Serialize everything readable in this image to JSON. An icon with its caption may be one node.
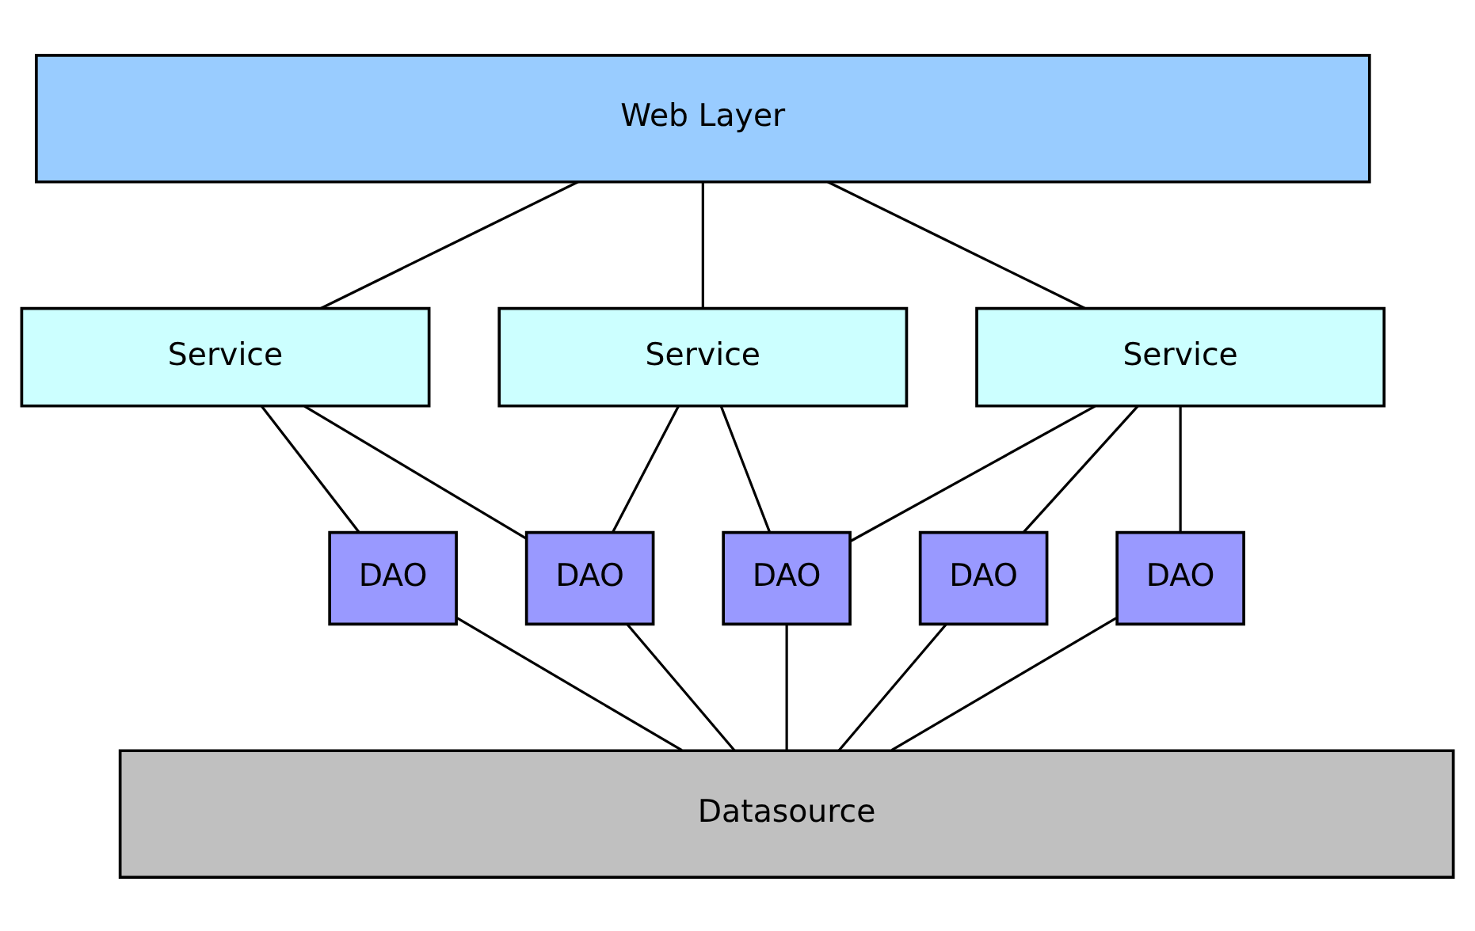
{
  "diagram": {
    "nodes": [
      {
        "text": [
          "Web Layer"
        ]
      },
      {
        "text": [
          "Service"
        ]
      },
      {
        "text": [
          "Service"
        ]
      },
      {
        "text": [
          "Service"
        ]
      },
      {
        "text": [
          "DAO"
        ]
      },
      {
        "text": [
          "DAO"
        ]
      },
      {
        "text": [
          "DAO"
        ]
      },
      {
        "text": [
          "DAO"
        ]
      },
      {
        "text": [
          "DAO"
        ]
      },
      {
        "text": [
          "Datasource"
        ]
      }
    ],
    "edges": [
      {
        "from": 0,
        "to": 1,
        "arrow": "none"
      },
      {
        "from": 0,
        "to": 2,
        "arrow": "none"
      },
      {
        "from": 0,
        "to": 3,
        "arrow": "none"
      },
      {
        "from": 1,
        "to": 4,
        "arrow": "none"
      },
      {
        "from": 1,
        "to": 5,
        "arrow": "none"
      },
      {
        "from": 2,
        "to": 5,
        "arrow": "none"
      },
      {
        "from": 2,
        "to": 6,
        "arrow": "none"
      },
      {
        "from": 3,
        "to": 6,
        "arrow": "none"
      },
      {
        "from": 3,
        "to": 7,
        "arrow": "none"
      },
      {
        "from": 3,
        "to": 8,
        "arrow": "none"
      },
      {
        "from": 4,
        "to": 9,
        "arrow": "none"
      },
      {
        "from": 5,
        "to": 9,
        "arrow": "none"
      },
      {
        "from": 6,
        "to": 9,
        "arrow": "none"
      },
      {
        "from": 7,
        "to": 9,
        "arrow": "none"
      },
      {
        "from": 8,
        "to": 9,
        "arrow": "none"
      }
    ]
  }
}
